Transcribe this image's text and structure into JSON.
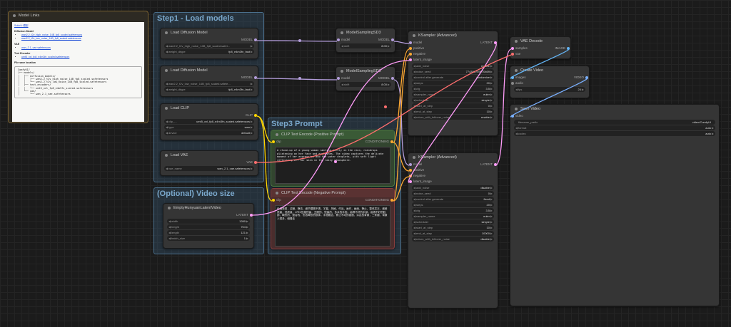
{
  "groups": {
    "step1": "Step1 - Load models",
    "step3": "Step3 Prompt",
    "video_size": "(Optional) Video size"
  },
  "notes": {
    "title": "Model Links",
    "link_main": "Sukkiト模型",
    "diffusion_heading": "Diffusion Model",
    "diffusion_links": [
      "wan2.2_t2v_high_noise_14B_fp8_scaled.safetensors",
      "wan2.2_t2v_low_noise_14B_fp8_scaled.safetensors"
    ],
    "vae_heading": "VAE",
    "vae_links": [
      "wan_2.1_vae.safetensors"
    ],
    "te_heading": "Text Encoder",
    "te_links": [
      "umt5_xxl_fp8_e4m3fn_scaled.safetensors"
    ],
    "loc_heading": "File save location",
    "tree": [
      "ComfyUI/",
      "├── models/",
      "│   ├── diffusion_models/",
      "│   │   ├── wan2.2_t2v_high_noise_14B_fp8_scaled.safetensors",
      "│   │   └── wan2.2_t2v_low_noise_14B_fp8_scaled.safetensors",
      "│   ├── text_encoders/",
      "│   │   └── umt5_xxl_fp8_e4m3fn_scaled.safetensors",
      "│   └── vae/",
      "│       └── wan_2.1_vae.safetensors"
    ]
  },
  "load_diffusion_1": {
    "title": "Load Diffusion Model",
    "out": "MODEL",
    "unet": "wan2.2_t2v_high_noise_14B_fp8_scaled.safet...",
    "dtype_label": "weight_dtype",
    "dtype": "fp8_e4m3fn_fast"
  },
  "load_diffusion_2": {
    "title": "Load Diffusion Model",
    "out": "MODEL",
    "unet": "wan2.2_t2v_low_noise_14B_fp8_scaled.safete...",
    "dtype_label": "weight_dtype",
    "dtype": "fp8_e4m3fn_fast"
  },
  "load_clip": {
    "title": "Load CLIP",
    "out": "CLIP",
    "clip_label": "clip_...",
    "clip": "umt5_xxl_fp8_e4m3fn_scaled.safetensors",
    "type_label": "type",
    "type": "wan",
    "device_label": "device",
    "device": "default"
  },
  "load_vae": {
    "title": "Load VAE",
    "out": "VAE",
    "vae_label": "vae_name",
    "vae": "wan_2.1_vae.safetensors"
  },
  "latent": {
    "title": "EmptyHunyuanLatentVideo",
    "out": "LATENT",
    "rows": [
      {
        "label": "width",
        "value": "1280"
      },
      {
        "label": "height",
        "value": "704"
      },
      {
        "label": "length",
        "value": "121"
      },
      {
        "label": "batch_size",
        "value": "1"
      }
    ]
  },
  "sampling_1": {
    "title": "ModelSamplingSD3",
    "in": "model",
    "out": "MODEL",
    "shift_label": "shift",
    "shift": "8.00"
  },
  "sampling_2": {
    "title": "ModelSamplingSD3",
    "in": "model",
    "out": "MODEL",
    "shift_label": "shift",
    "shift": "8.00"
  },
  "pos_prompt": {
    "title": "CLIP Text Encode (Positive Prompt)",
    "in": "clip",
    "out": "CONDITIONING",
    "text": "A close-up of a young woman smiling gently in the rain, raindrops glistening on her face and eyelashes. The video captures the delicate moment of her expression and the water droplets, with soft light reflecting off her skin in the rainy atmosphere."
  },
  "neg_prompt": {
    "title": "CLIP Text Encode (Negative Prompt)",
    "in": "clip",
    "out": "CONDITIONING",
    "text": "色调艳丽，过曝，静态，细节模糊不清，字幕，风格，作品，画作，画面，静止，整体发灰，最差质量，低质量，JPEG压缩残留，丑陋的，残缺的，多余的手指，画得不好的手部，画得不好的脸部，畸形的，毁容的，形态畸形的肢体，手指融合，静止不动的画面，杂乱的背景，三条腿，背景人很多，倒着走"
  },
  "ksampler_1": {
    "title": "KSampler (Advanced)",
    "inputs": [
      "model",
      "positive",
      "negative",
      "latent_image"
    ],
    "out": "LATENT",
    "rows": [
      {
        "label": "add_noise",
        "value": "enable"
      },
      {
        "label": "noise_seed",
        "value": "774386749570469"
      },
      {
        "label": "control after generate",
        "value": "randomize"
      },
      {
        "label": "steps",
        "value": "20"
      },
      {
        "label": "cfg",
        "value": "3.5"
      },
      {
        "label": "sampler_name",
        "value": "euler"
      },
      {
        "label": "scheduler",
        "value": "simple"
      },
      {
        "label": "start_at_step",
        "value": "0"
      },
      {
        "label": "end_at_step",
        "value": "10"
      },
      {
        "label": "return_with_leftover_noise",
        "value": "enable"
      }
    ]
  },
  "ksampler_2": {
    "title": "KSampler (Advanced)",
    "inputs": [
      "model",
      "positive",
      "negative",
      "latent_image"
    ],
    "out": "LATENT",
    "rows": [
      {
        "label": "add_noise",
        "value": "disable"
      },
      {
        "label": "noise_seed",
        "value": "0"
      },
      {
        "label": "control after generate",
        "value": "fixed"
      },
      {
        "label": "steps",
        "value": "20"
      },
      {
        "label": "cfg",
        "value": "3.5"
      },
      {
        "label": "sampler_name",
        "value": "euler"
      },
      {
        "label": "scheduler",
        "value": "simple"
      },
      {
        "label": "start_at_step",
        "value": "10"
      },
      {
        "label": "end_at_step",
        "value": "10000"
      },
      {
        "label": "return_with_leftover_noise",
        "value": "disable"
      }
    ]
  },
  "vae_decode": {
    "title": "VAE Decode",
    "in1": "samples",
    "in2": "vae",
    "out": "IMAGE"
  },
  "create_video": {
    "title": "Create Video",
    "in1": "images",
    "in2": "audio",
    "out": "VIDEO",
    "fps_label": "fps",
    "fps": "24"
  },
  "save_video": {
    "title": "Save Video",
    "in": "video",
    "rows": [
      {
        "label": "filename_prefix",
        "value": "video/ComfyUI"
      },
      {
        "label": "format",
        "value": "auto"
      },
      {
        "label": "codec",
        "value": "auto"
      }
    ]
  },
  "colors": {
    "model": "#b39ddb",
    "clip": "#ffd500",
    "vae": "#ff6e6e",
    "cond": "#ffa931",
    "latent": "#ff9cf9",
    "image": "#64b5f6",
    "video": "#7ab0ff",
    "pos_green": "#4caf50",
    "neg_red": "#b23b3b"
  }
}
